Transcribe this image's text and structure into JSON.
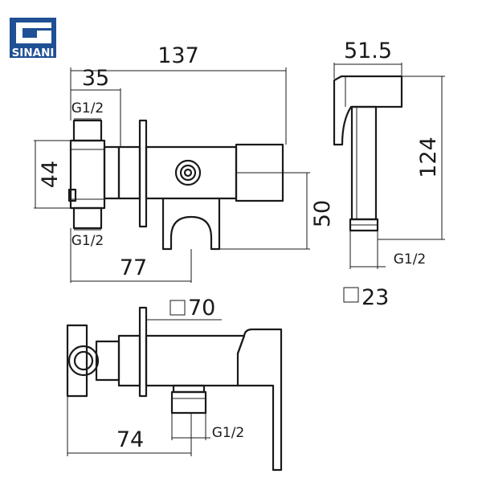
{
  "brand": {
    "name": "SINANI",
    "color": "#1f4f94"
  },
  "dimensions": {
    "overall_width": "137",
    "inlet_offset": "35",
    "thread_top": "G1/2",
    "body_height": "44",
    "thread_bottom": "G1/2",
    "offset_to_holder": "77",
    "holder_height": "50",
    "spray_width": "51.5",
    "spray_length": "124",
    "spray_thread": "G1/2",
    "spray_square": "23",
    "plate_square": "70",
    "depth": "74",
    "outlet_thread": "G1/2"
  },
  "colors": {
    "line": "#1a1a1a",
    "background": "#ffffff"
  }
}
